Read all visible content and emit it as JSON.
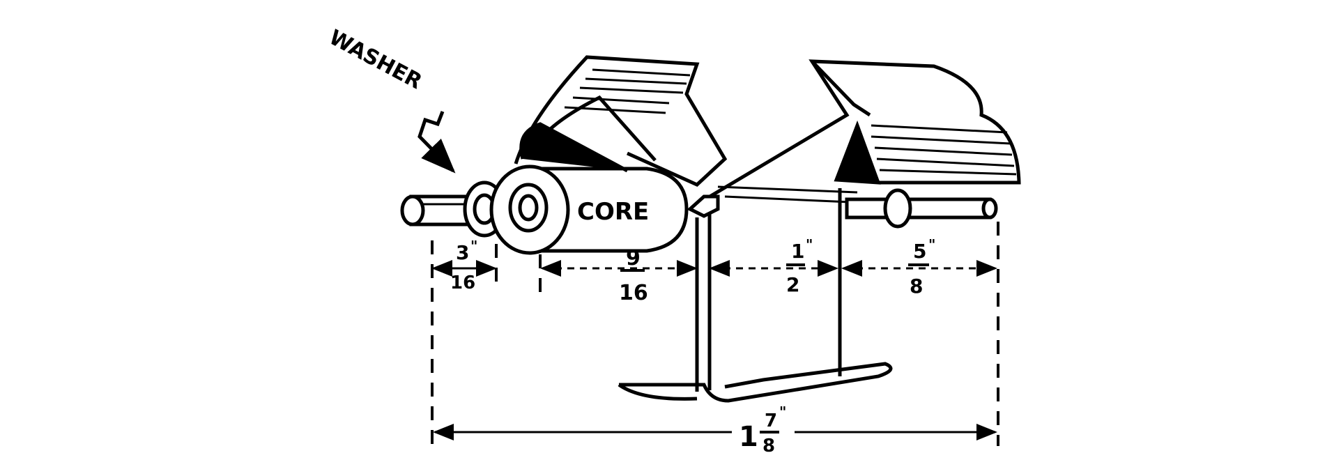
{
  "labels": {
    "washer": "WASHER",
    "core": "CORE"
  },
  "dimensions": {
    "washer_spacing": {
      "num": "3",
      "den": "16"
    },
    "core_length": {
      "num": "9",
      "den": "16"
    },
    "middle_gap": {
      "num": "1",
      "den": "2"
    },
    "end_shaft": {
      "num": "5",
      "den": "8"
    },
    "overall": {
      "whole": "1",
      "num": "7",
      "den": "8"
    }
  },
  "colors": {
    "ink": "#000000",
    "paper": "#ffffff"
  }
}
